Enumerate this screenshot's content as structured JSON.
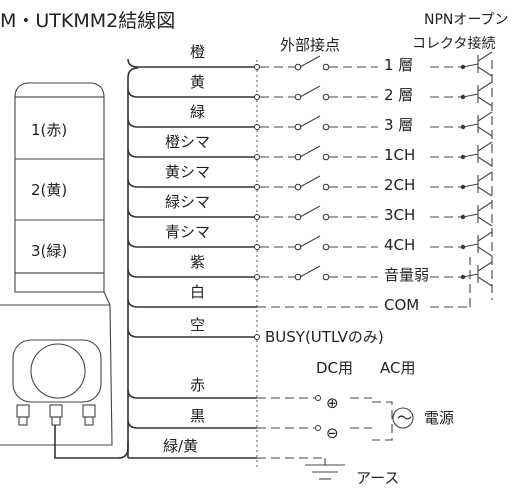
{
  "title": "M・UTKMM2結線図",
  "headers": {
    "external_contact": "外部接点",
    "npn_line1": "NPNオープン",
    "npn_line2": "コレクタ接続"
  },
  "lamp_tiers": [
    "1(赤)",
    "2(黄)",
    "3(緑)"
  ],
  "signal_wires": [
    {
      "color": "橙",
      "terminal": "1 層"
    },
    {
      "color": "黄",
      "terminal": "2 層"
    },
    {
      "color": "緑",
      "terminal": "3 層"
    },
    {
      "color": "橙シマ",
      "terminal": "1CH"
    },
    {
      "color": "黄シマ",
      "terminal": "2CH"
    },
    {
      "color": "緑シマ",
      "terminal": "3CH"
    },
    {
      "color": "青シマ",
      "terminal": "4CH"
    },
    {
      "color": "紫",
      "terminal": "音量弱"
    }
  ],
  "common_wire": {
    "color": "白",
    "terminal": "COM"
  },
  "busy_wire": {
    "color": "空",
    "label": "BUSY(UTLVのみ)"
  },
  "power": {
    "dc_label": "DC用",
    "ac_label": "AC用",
    "plus_symbol": "⊕",
    "minus_symbol": "⊖",
    "ac_symbol": "～",
    "source_label": "電源",
    "wires": [
      "赤",
      "黒"
    ]
  },
  "ground": {
    "wire": "緑/黄",
    "label": "アース"
  }
}
